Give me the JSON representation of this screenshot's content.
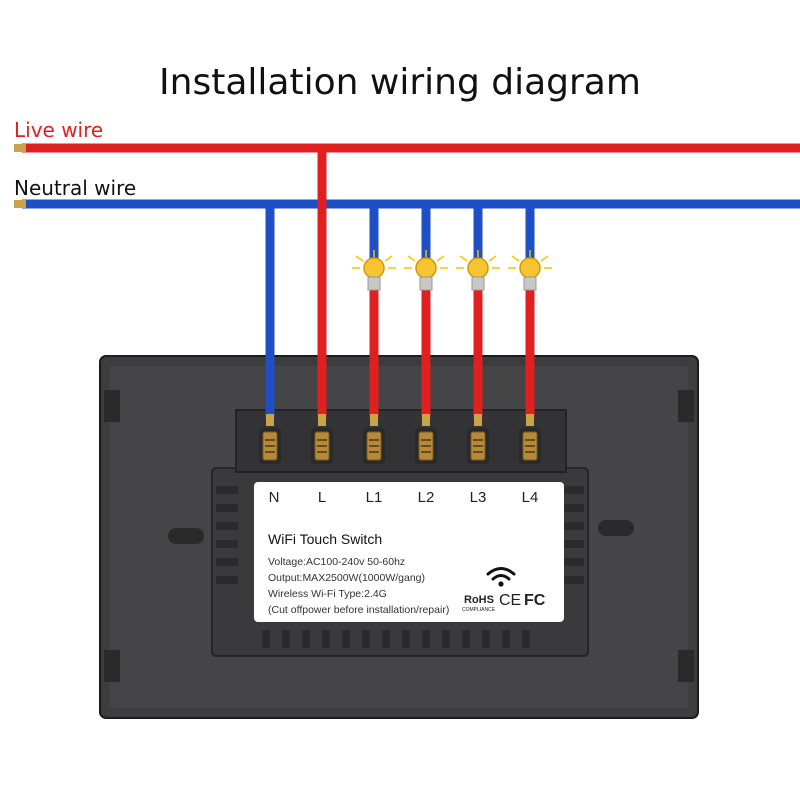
{
  "title": "Installation wiring diagram",
  "wires": {
    "live_label": "Live wire",
    "neutral_label": "Neutral wire",
    "live_color": "#e02020",
    "neutral_color": "#1f4fc4"
  },
  "terminals": [
    "N",
    "L",
    "L1",
    "L2",
    "L3",
    "L4"
  ],
  "sticker": {
    "title": "WiFi Touch Switch",
    "voltage": "Voltage:AC100-240v 50-60hz",
    "output": "Output:MAX2500W(1000W/gang)",
    "wireless": "Wireless Wi-Fi Type:2.4G",
    "note": "(Cut offpower before installation/repair)",
    "rohs": "RoHS",
    "rohs_sub": "COMPLIANCE",
    "ce": "CE",
    "fc": "FC"
  },
  "icons": [
    "wifi-icon",
    "light-bulb-icon"
  ]
}
